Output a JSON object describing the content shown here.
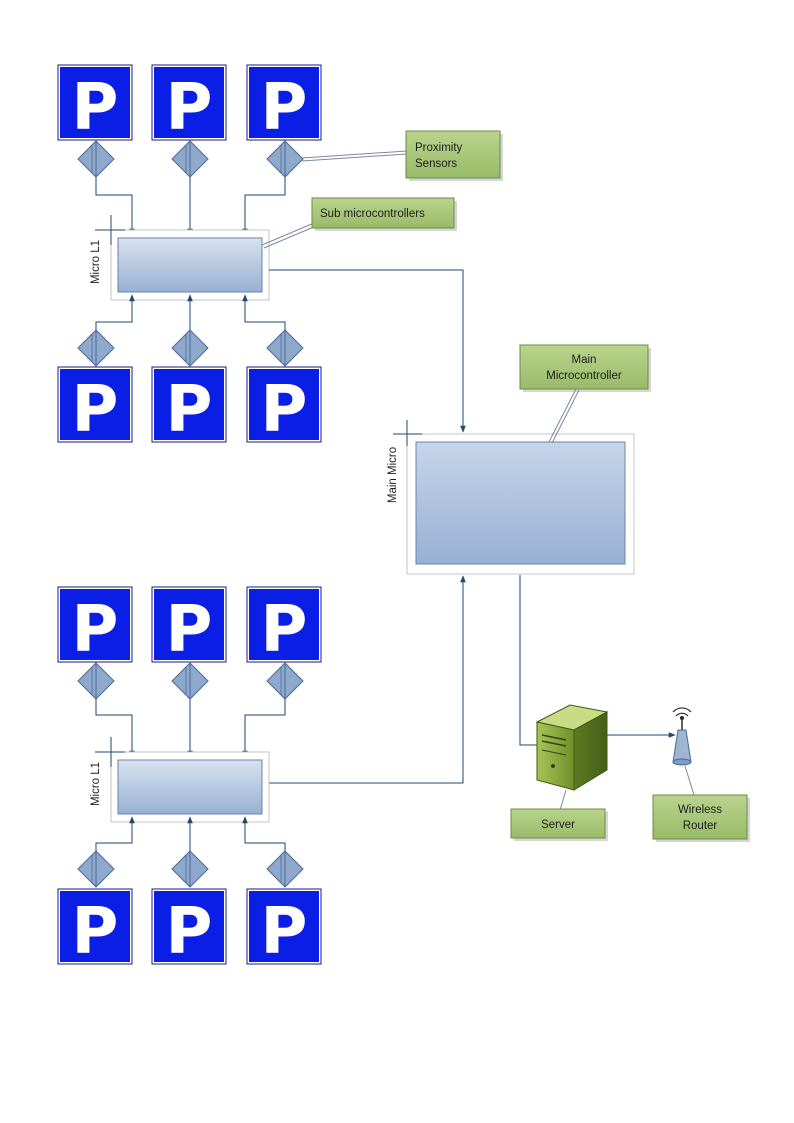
{
  "parking_sign_letter": "P",
  "labels": {
    "proximity_sensors_line1": "Proximity",
    "proximity_sensors_line2": "Sensors",
    "sub_microcontrollers": "Sub microcontrollers",
    "main_microcontroller_line1": "Main",
    "main_microcontroller_line2": "Microcontroller",
    "server": "Server",
    "wireless_router_line1": "Wireless",
    "wireless_router_line2": "Router",
    "micro_l1_top": "Micro L1",
    "micro_l1_bottom": "Micro L1",
    "main_micro": "Main Micro"
  },
  "colors": {
    "parking_blue": "#0b1ee6",
    "connector": "#22466e",
    "callout_fill": "#a6c77a",
    "callout_border": "#6e8a4a",
    "controller_fill_top": "#d6e1ef",
    "controller_fill_bottom": "#9cb4d4",
    "sensor_fill": "#8fa9cc"
  },
  "icons": {
    "parking": "parking-sign-icon",
    "sensor": "proximity-sensor-icon",
    "server": "server-icon",
    "router": "wireless-router-icon"
  }
}
